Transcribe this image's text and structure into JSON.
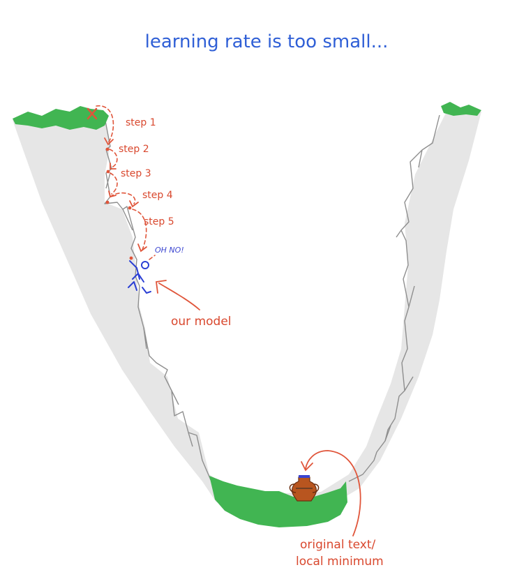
{
  "title": "learning rate is too small...",
  "steps": [
    {
      "label": "step 1"
    },
    {
      "label": "step 2"
    },
    {
      "label": "step 3"
    },
    {
      "label": "step 4"
    },
    {
      "label": "step 5"
    }
  ],
  "figure_exclamation": "OH NO!",
  "model_label": "our model",
  "minimum_label_line1": "original text/",
  "minimum_label_line2": "local minimum",
  "colors": {
    "title": "#2f5fd6",
    "annotation": "#d9482e",
    "grass": "#3fb34f",
    "rock": "#e3e3e3",
    "figure": "#2b3fd4",
    "vase": "#b8551f"
  }
}
